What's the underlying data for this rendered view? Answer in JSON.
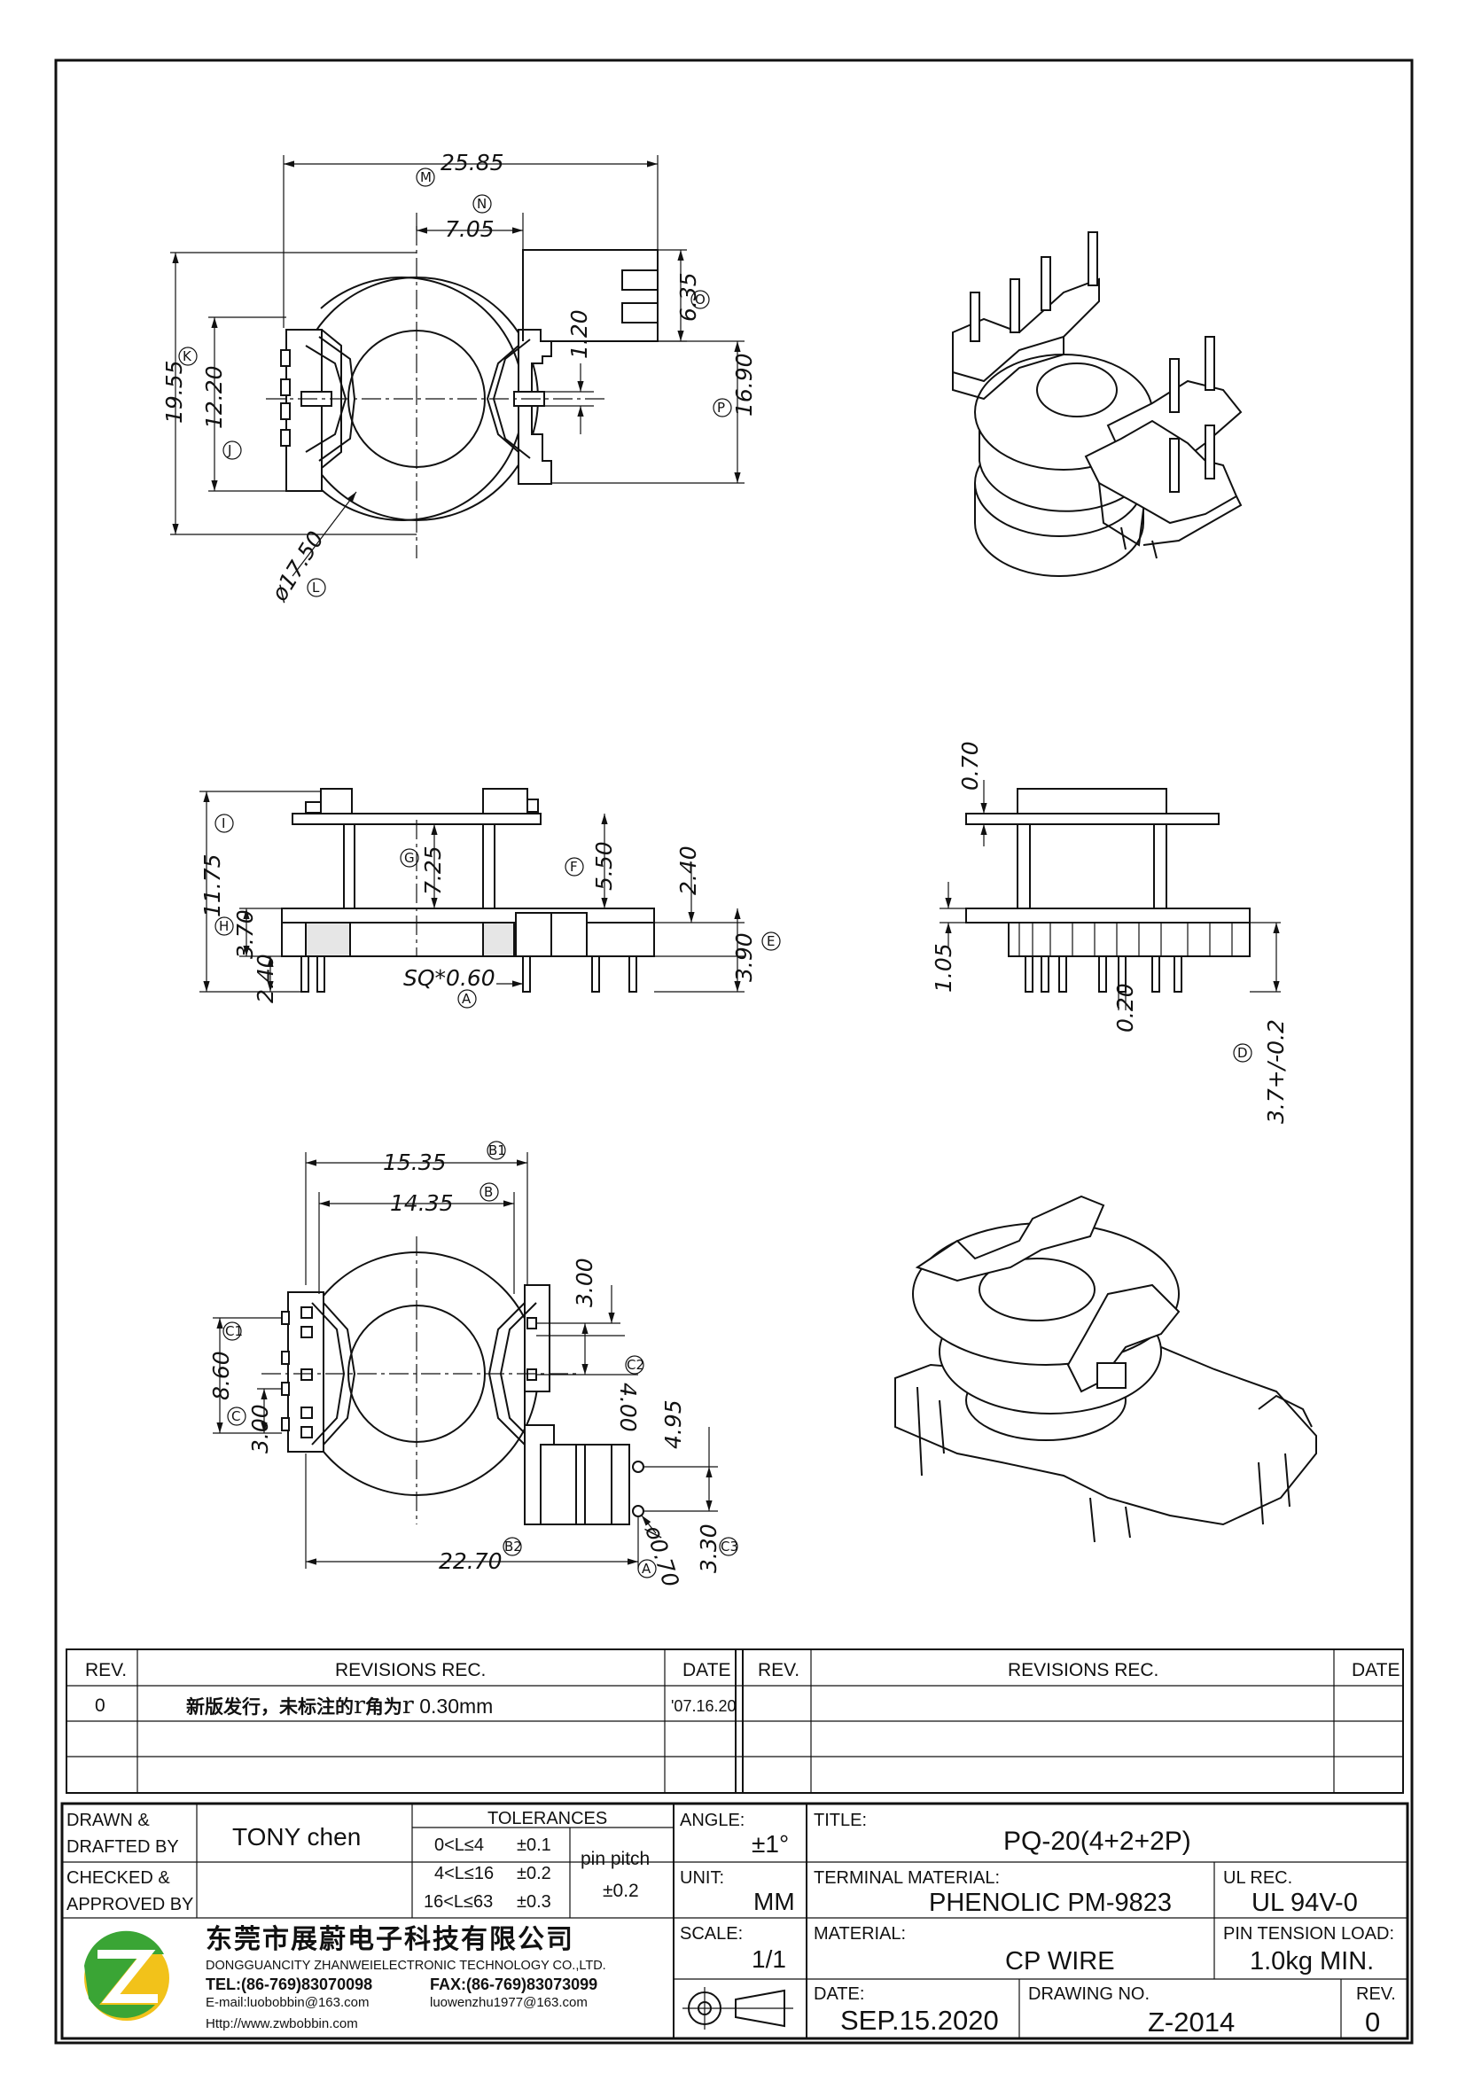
{
  "dimensions": {
    "top_view": {
      "M": "25.85",
      "N": "7.05",
      "O": "6.35",
      "K": "19.55",
      "J": "12.20",
      "H1": "1.20",
      "P": "16.90",
      "L": "ø17.50"
    },
    "side_view": {
      "I": "11.75",
      "G": "7.25",
      "F": "5.50",
      "H": "3.70",
      "A": "SQ*0.60",
      "E": "3.90",
      "d240a": "2.40",
      "d240b": "2.40"
    },
    "end_view": {
      "d070": "0.70",
      "d105": "1.05",
      "d020": "0.20",
      "D": "3.7+/-0.2"
    },
    "bottom_view": {
      "B1": "15.35",
      "B": "14.35",
      "C1": "8.60",
      "C": "3.00",
      "d300": "3.00",
      "C2": "4.00",
      "d495": "4.95",
      "B2": "22.70",
      "A": "ø0.70",
      "C3": "3.30"
    }
  },
  "bubbles": [
    "M",
    "N",
    "O",
    "K",
    "J",
    "P",
    "L",
    "I",
    "G",
    "F",
    "H",
    "A",
    "E",
    "D",
    "B1",
    "B",
    "C1",
    "C",
    "C2",
    "B2",
    "C3"
  ],
  "revisions": {
    "headers": {
      "rev": "REV.",
      "revisions": "REVISIONS  REC.",
      "date": "DATE"
    },
    "rows": [
      {
        "rev": "0",
        "text_cn": "新版发行，未标注的",
        "r1": "r",
        "text_cn2": "角为",
        "r2": "r",
        "value": " 0.30mm",
        "date": "'07.16.20"
      }
    ]
  },
  "title_block": {
    "drawn_label_1": "DRAWN &",
    "drawn_label_2": "DRAFTED BY",
    "drawn_value": "TONY  chen",
    "checked_label_1": "CHECKED &",
    "checked_label_2": "APPROVED BY",
    "tolerances_title": "TOLERANCES",
    "tol_rows": [
      {
        "range": "0<L≤4",
        "tol": "±0.1"
      },
      {
        "range": "4<L≤16",
        "tol": "±0.2"
      },
      {
        "range": "16<L≤63",
        "tol": "±0.3"
      }
    ],
    "pin_pitch_label": "pin pitch",
    "pin_pitch_tol": "±0.2",
    "angle_label": "ANGLE:",
    "angle_value": "±1°",
    "unit_label": "UNIT:",
    "unit_value": "MM",
    "scale_label": "SCALE:",
    "scale_value": "1/1",
    "title_label": "TITLE:",
    "title_value": "PQ-20(4+2+2P)",
    "terminal_label": "TERMINAL MATERIAL:",
    "terminal_value": "PHENOLIC  PM-9823",
    "ul_label": "UL REC.",
    "ul_value": "UL  94V-0",
    "material_label": "MATERIAL:",
    "material_value": "CP  WIRE",
    "pin_tension_label": "PIN TENSION LOAD:",
    "pin_tension_value": "1.0kg  MIN.",
    "date_label": "DATE:",
    "date_value": "SEP.15.2020",
    "drawing_no_label": "DRAWING NO.",
    "drawing_no_value": "Z-2014",
    "rev_label": "REV.",
    "rev_value": "0",
    "company_cn": "东莞市展蔚电子科技有限公司",
    "company_en": "DONGGUANCITY  ZHANWEIELECTRONIC  TECHNOLOGY  CO.,LTD.",
    "tel": "TEL:(86-769)83070098",
    "fax": "FAX:(86-769)83073099",
    "email1": "E-mail:luobobbin@163.com",
    "email2": "luowenzhu1977@163.com",
    "website": "Http://www.zwbobbin.com",
    "logo_colors": {
      "green": "#3aa535",
      "yellow": "#f2c21a"
    }
  }
}
